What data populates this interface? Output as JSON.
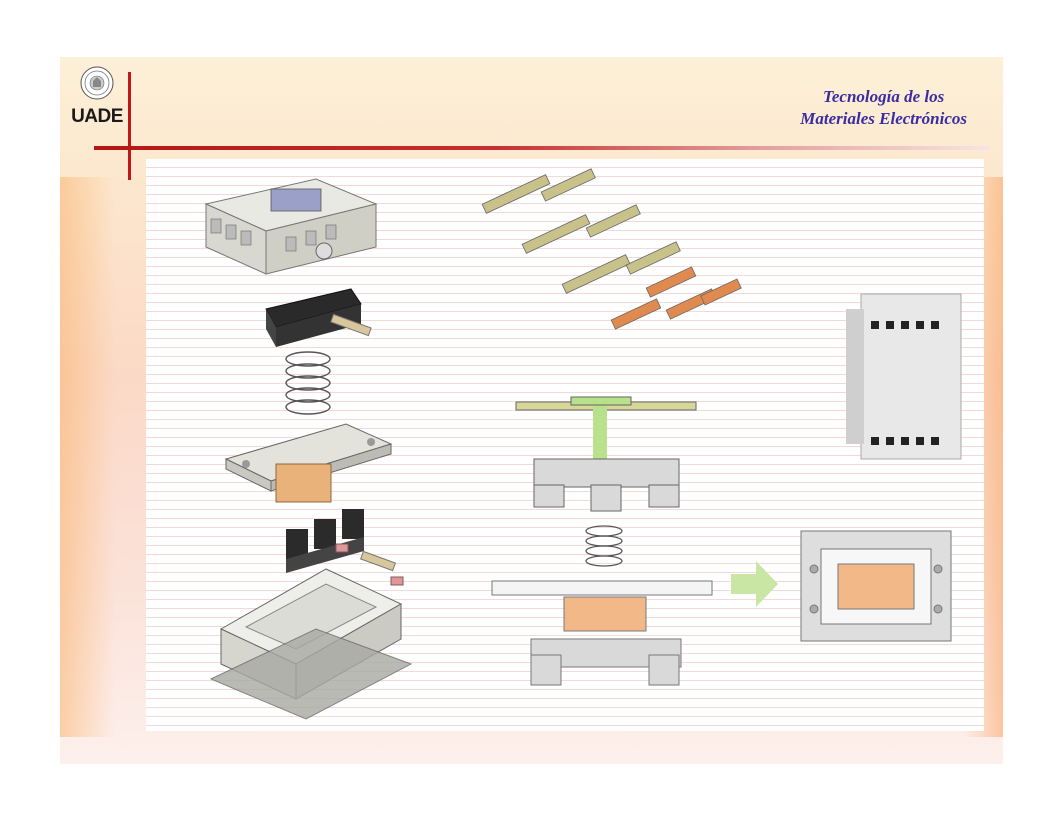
{
  "header": {
    "logo_text": "UADE",
    "title_line1": "Tecnología de los",
    "title_line2": "Materiales Electrónicos"
  },
  "icons": {
    "seal": "university-seal-icon"
  },
  "colors": {
    "accent_red": "#c01818",
    "title_blue": "#3a2da0"
  }
}
